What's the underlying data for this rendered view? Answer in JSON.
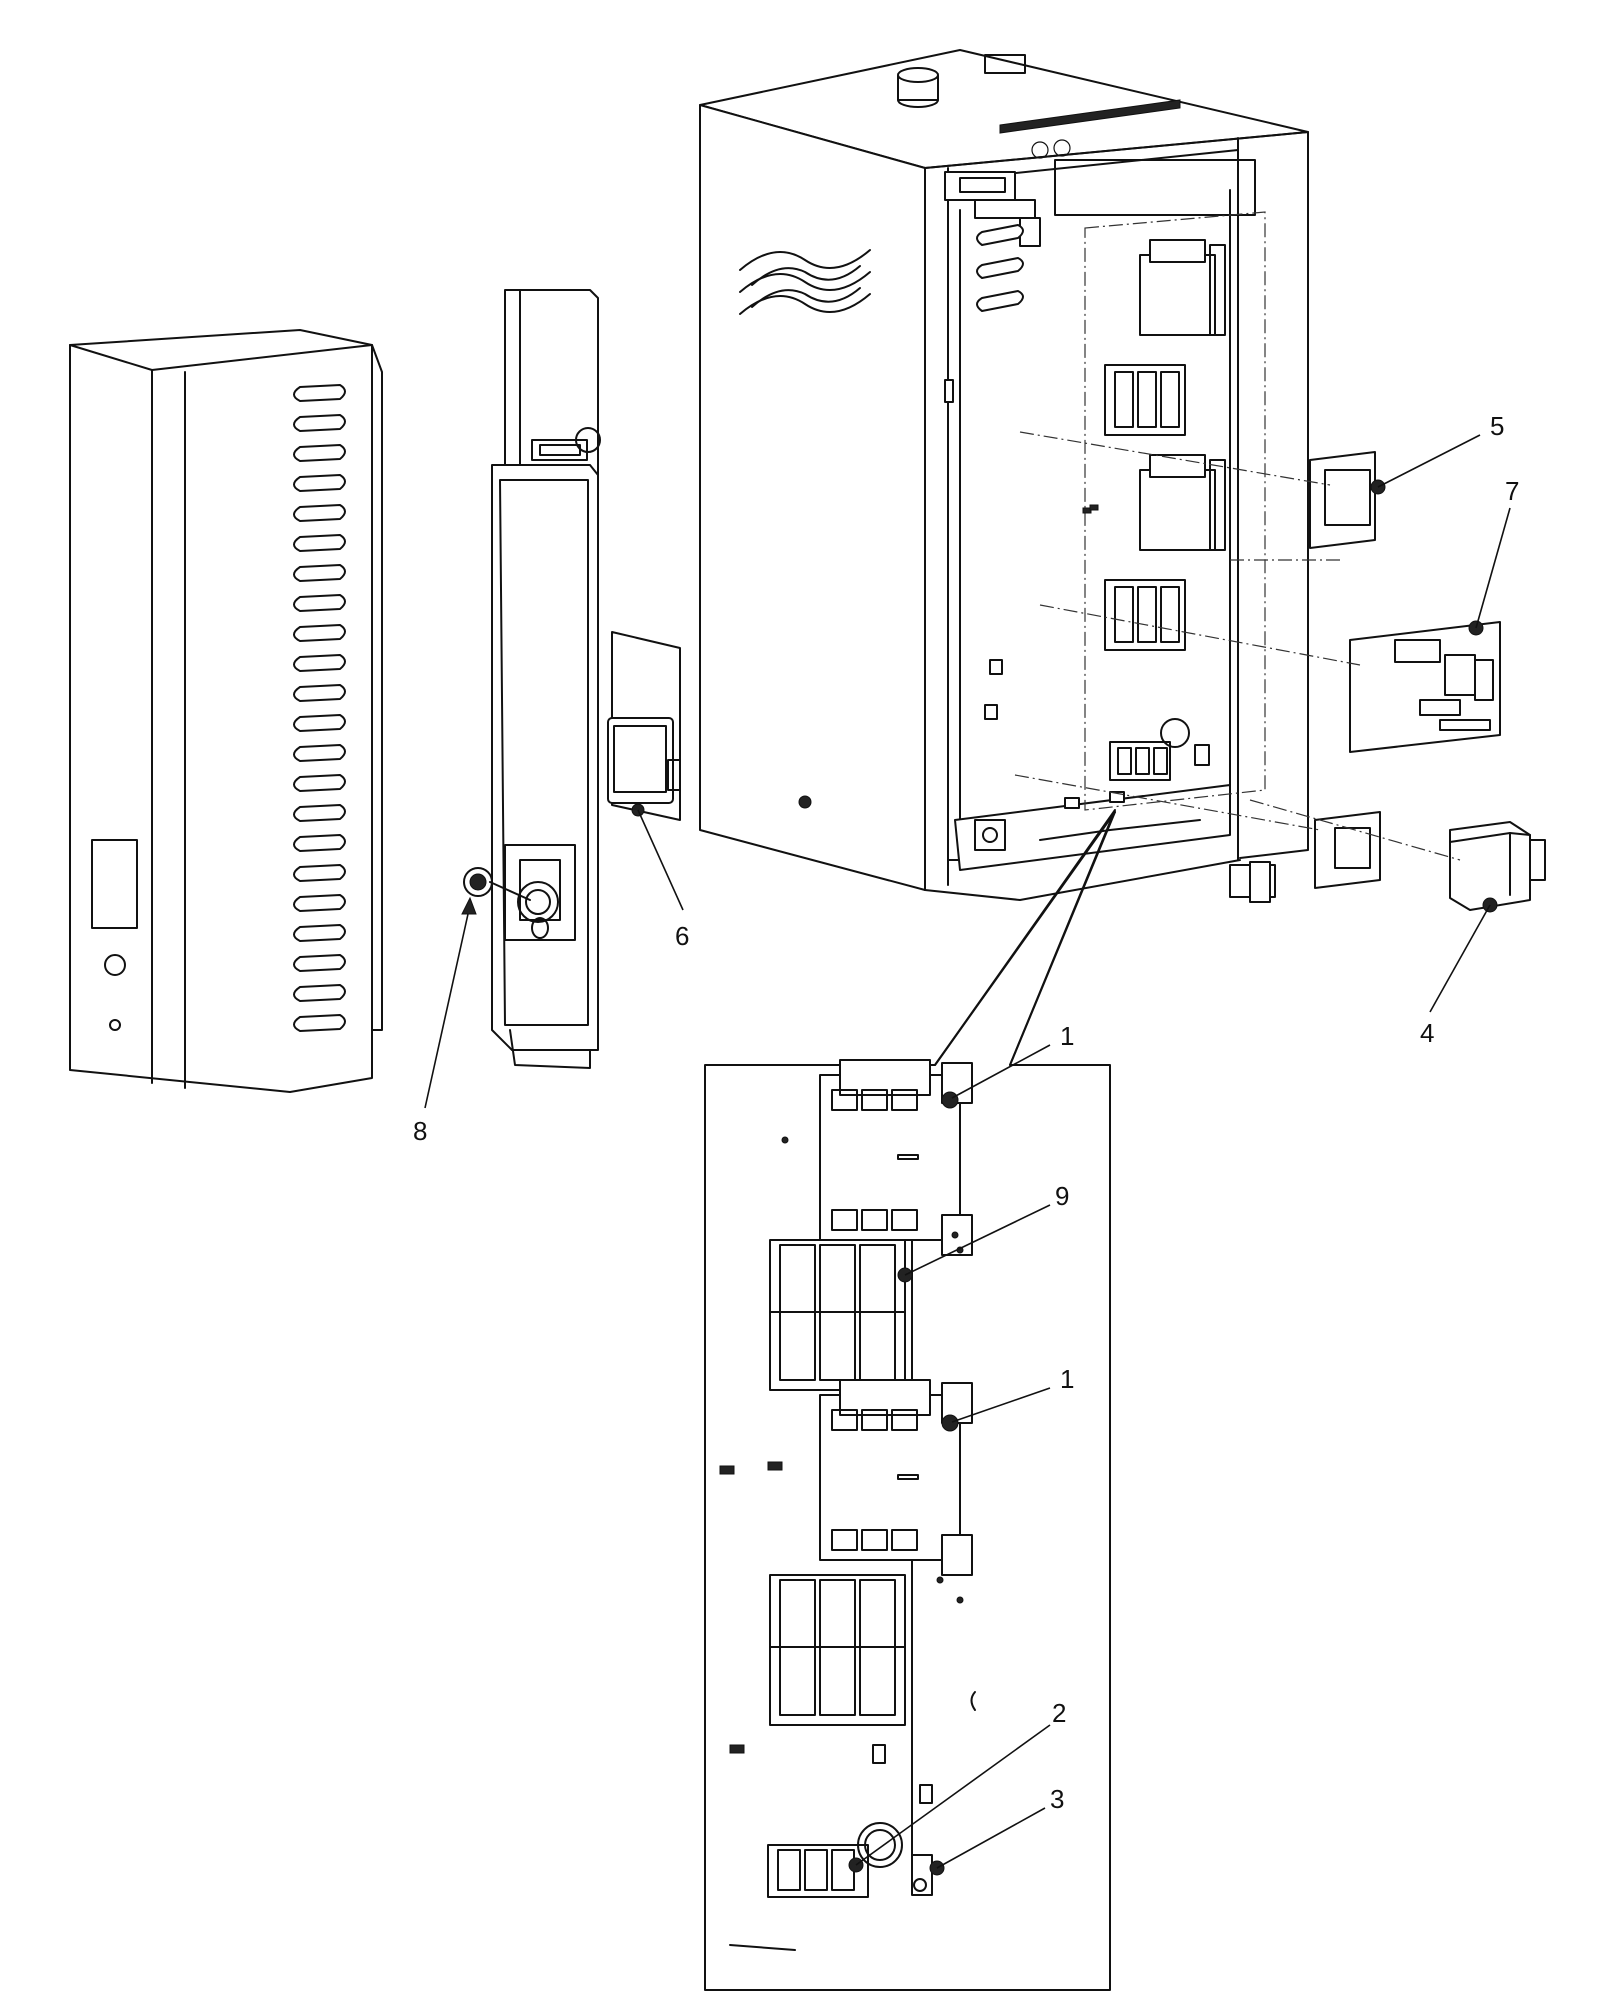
{
  "callouts": {
    "c1a": "1",
    "c1b": "1",
    "c2": "2",
    "c3": "3",
    "c4": "4",
    "c5": "5",
    "c6": "6",
    "c7": "7",
    "c8": "8",
    "c9": "9"
  },
  "colors": {
    "line": "#111111",
    "background": "#ffffff"
  },
  "icons": {
    "logo": "wave-logo-icon"
  }
}
